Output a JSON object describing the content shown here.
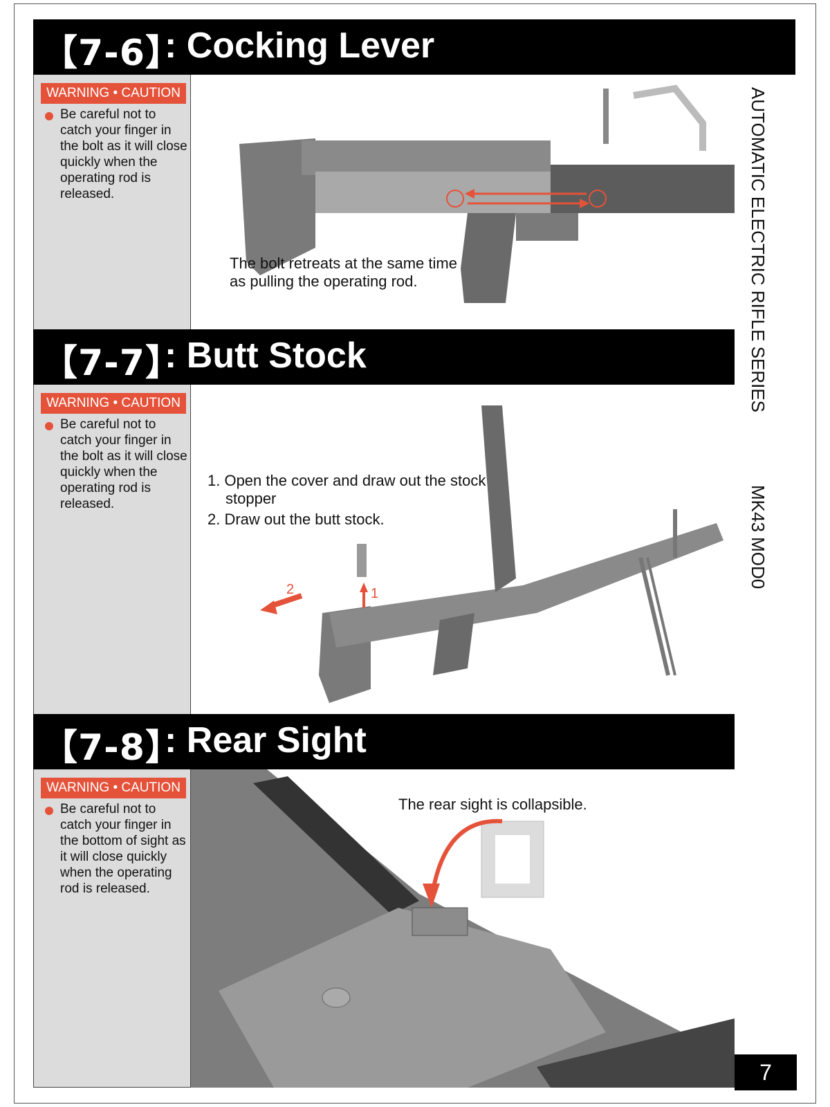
{
  "sections": [
    {
      "number": "【7-6】",
      "title": ": Cocking Lever",
      "warning_label": "WARNING • CAUTION",
      "warning_text": "Be careful not to catch your finger in the bolt as it will close quickly when the operating rod is released.",
      "caption": "The bolt retreats at the same time as pulling the operating rod."
    },
    {
      "number": "【7-7】",
      "title": ": Butt Stock",
      "warning_label": "WARNING • CAUTION",
      "warning_text": "Be careful not to catch your finger in the bolt as it will close quickly when the operating rod is released.",
      "steps": [
        "1. Open the cover and draw out the stock stopper",
        "2. Draw out the butt stock."
      ],
      "arrow_labels": [
        "2",
        "1"
      ]
    },
    {
      "number": "【7-8】",
      "title": ": Rear Sight",
      "warning_label": "WARNING • CAUTION",
      "warning_text": "Be careful not to catch your finger in the bottom of sight as it will close quickly when the operating rod is released.",
      "caption": "The rear sight is collapsible."
    }
  ],
  "side_rail": {
    "series": "AUTOMATIC ELECTRIC RIFLE SERIES",
    "model": "MK43 MOD0"
  },
  "page_number": "7",
  "colors": {
    "accent": "#e5523a",
    "header_bg": "#000000",
    "sidebar_bg": "#dcdcdc"
  }
}
